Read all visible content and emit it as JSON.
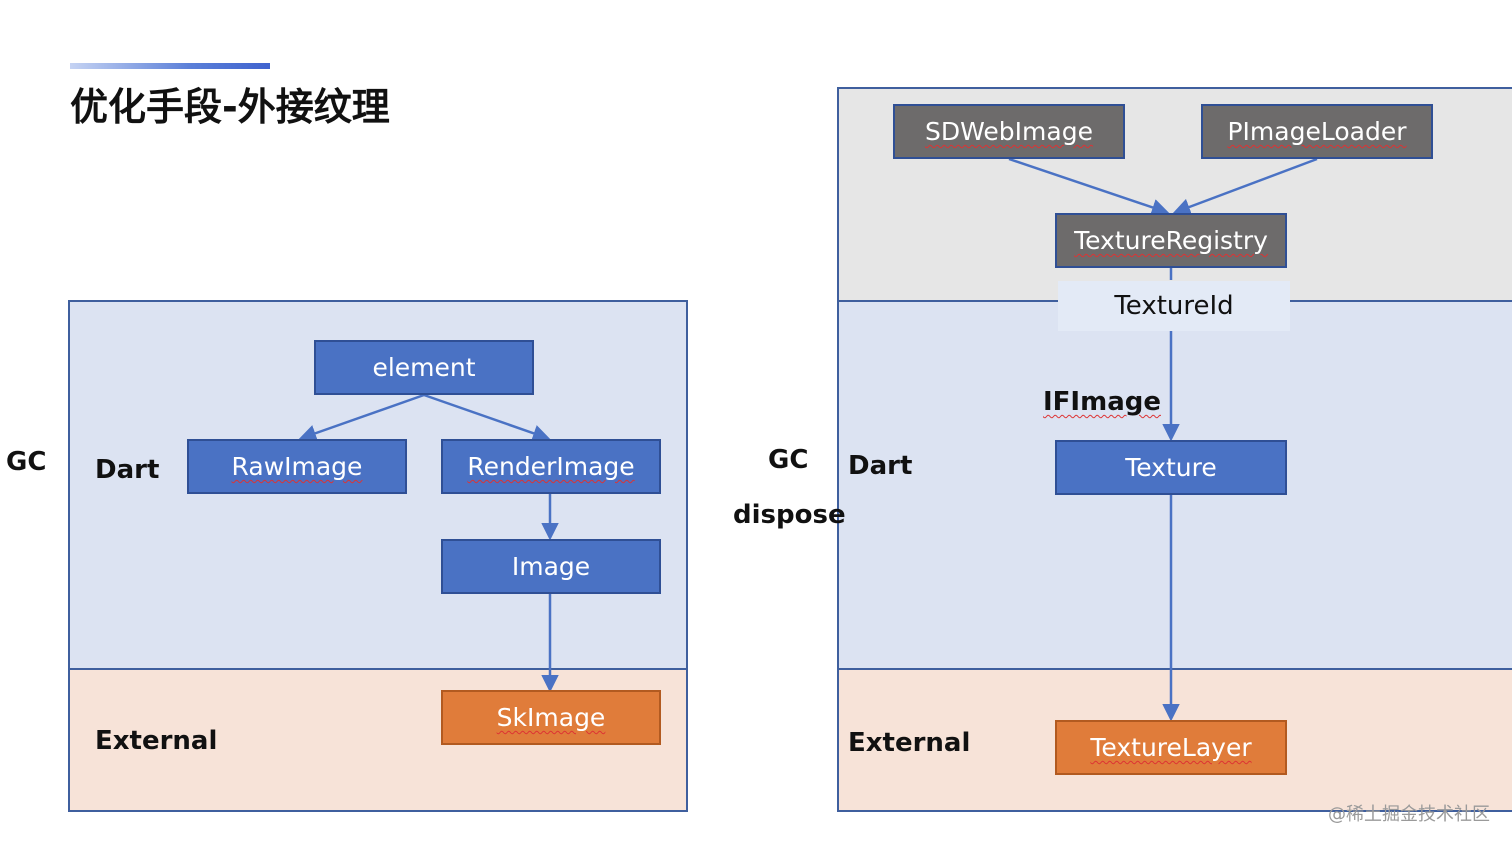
{
  "slide": {
    "title": "优化手段-外接纹理"
  },
  "left_diagram": {
    "side_label": "GC",
    "dart_label": "Dart",
    "external_label": "External",
    "boxes": {
      "element": "element",
      "rawimage": "RawImage",
      "renderimage": "RenderImage",
      "image": "Image",
      "skimage": "SkImage"
    }
  },
  "right_diagram": {
    "side_label_gc": "GC",
    "side_label_dispose": "dispose",
    "dart_label": "Dart",
    "external_label": "External",
    "textureid_label": "TextureId",
    "iflimage_label": "IFImage",
    "boxes": {
      "sdwebimage": "SDWebImage",
      "pimageloader": "PImageLoader",
      "textureregistry": "TextureRegistry",
      "texture": "Texture",
      "texturelayer": "TextureLayer"
    }
  },
  "watermark": "@稀土掘金技术社区",
  "colors": {
    "dart_zone": "#dce3f2",
    "external_zone": "#f7e3d8",
    "native_zone": "#e6e6e6",
    "box_blue": "#4a72c4",
    "box_orange": "#e07c3a",
    "box_gray": "#6d6b6b",
    "arrow": "#4a72c4"
  }
}
